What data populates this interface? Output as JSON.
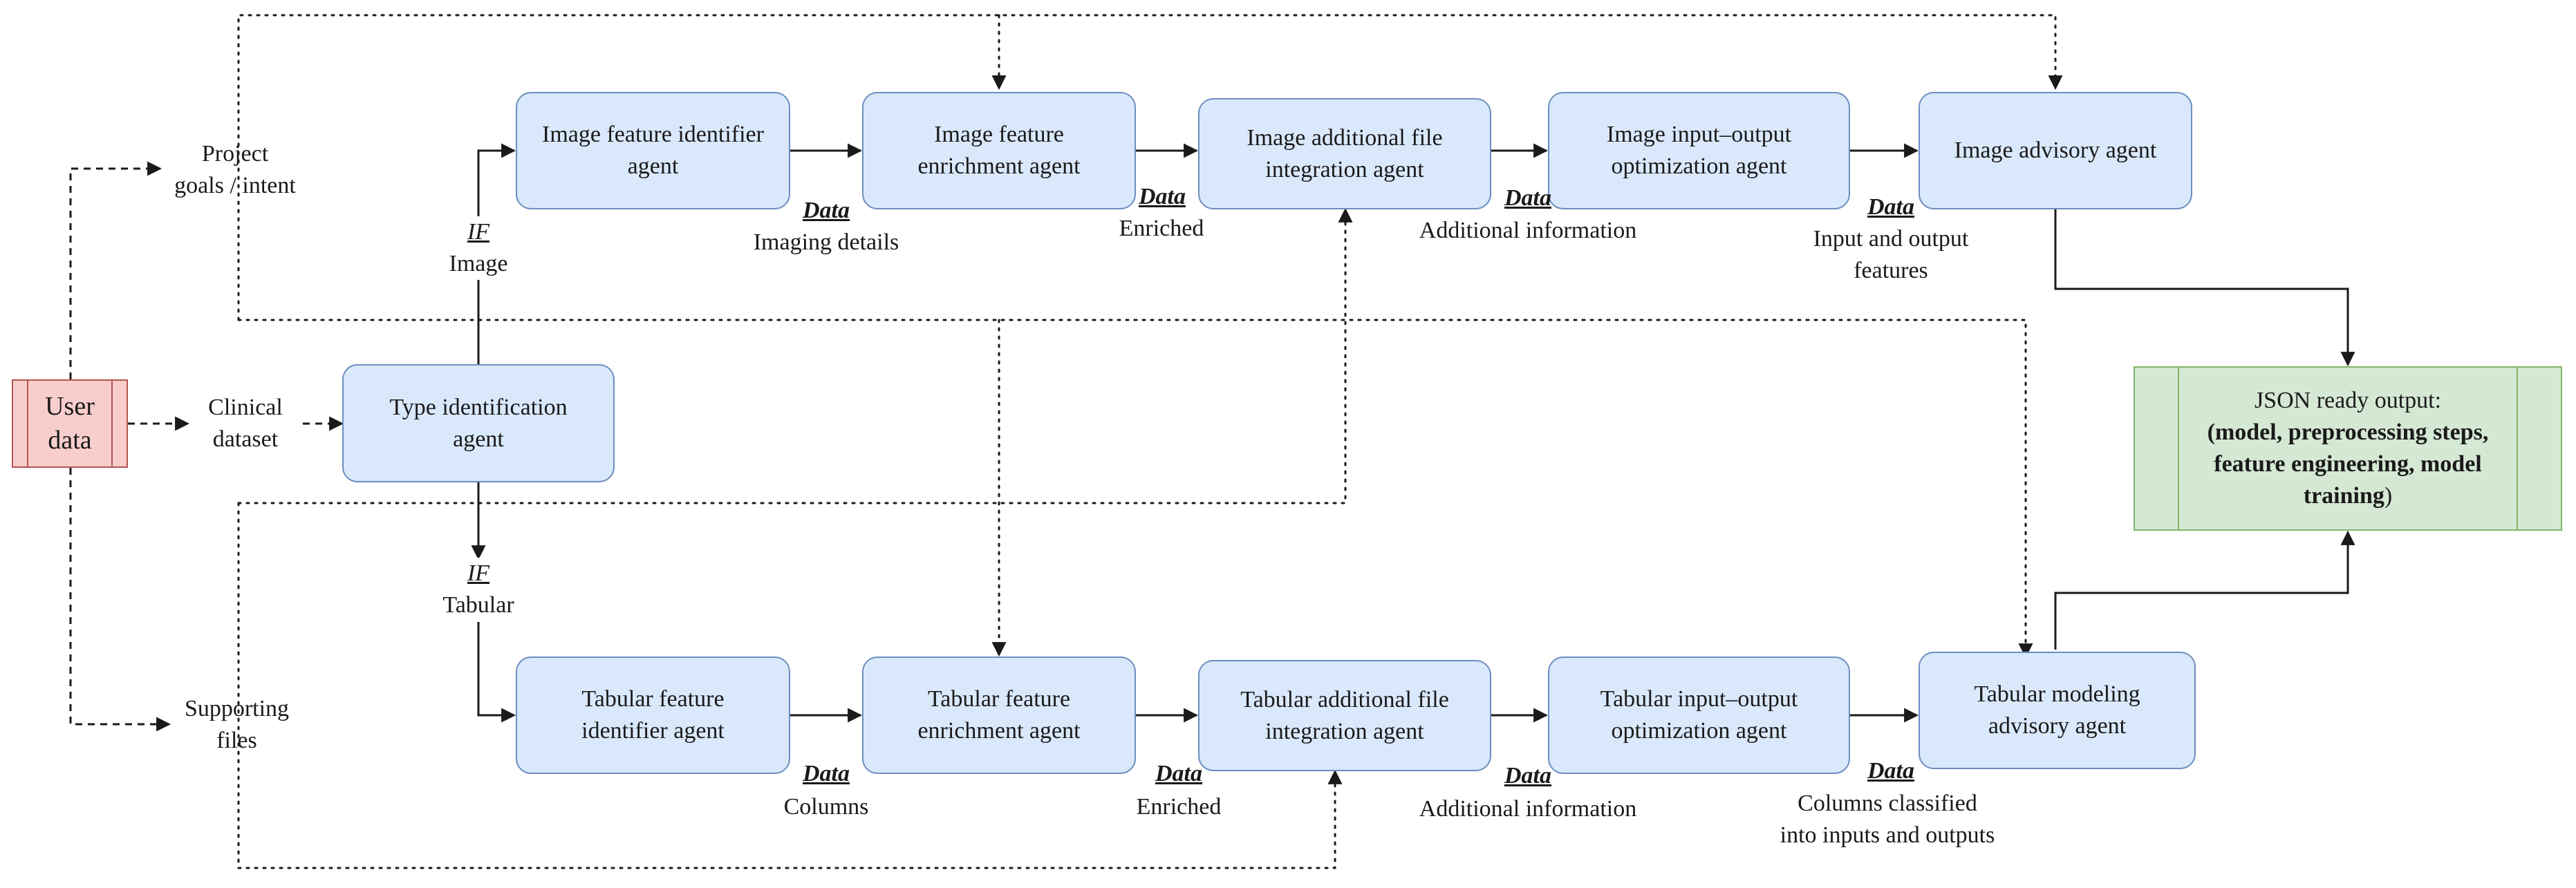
{
  "colors": {
    "agent_fill": "#dae8fc",
    "agent_stroke": "#6c8ebf",
    "user_fill": "#f8cecc",
    "user_stroke": "#b85450",
    "output_fill": "#d5e8d4",
    "output_stroke": "#82b366",
    "line": "#1a1a1a"
  },
  "user_data": {
    "line1": "User",
    "line2": "data"
  },
  "inputs": {
    "project_goals": {
      "line1": "Project",
      "line2": "goals / intent"
    },
    "clinical_dataset": {
      "line1": "Clinical",
      "line2": "dataset"
    },
    "supporting_files": {
      "line1": "Supporting",
      "line2": "files"
    }
  },
  "type_agent": {
    "line1": "Type identification",
    "line2": "agent"
  },
  "branches": {
    "image": {
      "if": "IF",
      "label": "Image"
    },
    "tabular": {
      "if": "IF",
      "label": "Tabular"
    }
  },
  "image_agents": [
    {
      "line1": "Image feature identifier",
      "line2": "agent"
    },
    {
      "line1": "Image feature",
      "line2": "enrichment agent"
    },
    {
      "line1": "Image additional file",
      "line2": "integration agent"
    },
    {
      "line1": "Image input–output",
      "line2": "optimization agent"
    },
    {
      "line1": "Image advisory agent",
      "line2": ""
    }
  ],
  "tabular_agents": [
    {
      "line1": "Tabular feature",
      "line2": "identifier agent"
    },
    {
      "line1": "Tabular feature",
      "line2": "enrichment agent"
    },
    {
      "line1": "Tabular additional file",
      "line2": "integration agent"
    },
    {
      "line1": "Tabular input–output",
      "line2": "optimization agent"
    },
    {
      "line1": "Tabular modeling",
      "line2": "advisory agent"
    }
  ],
  "image_data_labels": [
    {
      "tag": "Data",
      "line1": "Imaging details",
      "line2": ""
    },
    {
      "tag": "Data",
      "line1": "Enriched",
      "line2": ""
    },
    {
      "tag": "Data",
      "line1": "Additional information",
      "line2": ""
    },
    {
      "tag": "Data",
      "line1": "Input and output",
      "line2": "features"
    }
  ],
  "tabular_data_labels": [
    {
      "tag": "Data",
      "line1": "Columns",
      "line2": ""
    },
    {
      "tag": "Data",
      "line1": "Enriched",
      "line2": ""
    },
    {
      "tag": "Data",
      "line1": "Additional information",
      "line2": ""
    },
    {
      "tag": "Data",
      "line1": "Columns classified",
      "line2": "into inputs and outputs"
    }
  ],
  "output": {
    "line1": "JSON ready output:",
    "bold_text": "(model, preprocessing steps, feature engineering, model training",
    "close": ")"
  }
}
